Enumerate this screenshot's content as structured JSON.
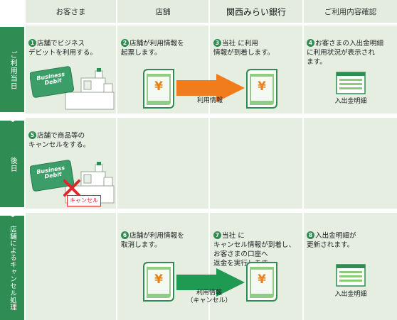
{
  "headers": [
    "お客さま",
    "店舗",
    "関西みらい銀行",
    "ご利用内容確認"
  ],
  "rows": [
    {
      "label": "ご利用当日"
    },
    {
      "label": "後日"
    },
    {
      "label": "店舗によるキャンセル処理"
    }
  ],
  "steps": [
    {
      "num": "1",
      "text": "店舗でビジネス\nデビットを利用する。"
    },
    {
      "num": "2",
      "text": "店舗が利用情報を\n起票します。"
    },
    {
      "num": "3",
      "text": "当社 に利用\n情報が到着します。"
    },
    {
      "num": "4",
      "text": "お客さまの入出金明細\nに利用状況が表示され\nます。"
    },
    {
      "num": "5",
      "text": "店舗で商品等の\nキャンセルをする。"
    },
    {
      "num": "6",
      "text": "店舗が利用情報を\n取消します。"
    },
    {
      "num": "7",
      "text": "当社 に\nキャンセル情報が到着し、\nお客さまの口座へ\n返金を実行します。"
    },
    {
      "num": "8",
      "text": "入出金明細が\n更新されます。"
    }
  ],
  "card_text": {
    "line1": "Business",
    "line2": "Debit"
  },
  "arrow1_label": "利用情報",
  "arrow2_label": "利用情報\n（キャンセル）",
  "statement_label": "入出金明細",
  "cancel_label": "キャンセル",
  "yen": "¥",
  "colors": {
    "green": "#2f8c52",
    "cell": "#e6eee2",
    "orange": "#f07c1c",
    "arrow_green": "#1f9a52",
    "cancel": "#e0262b"
  }
}
